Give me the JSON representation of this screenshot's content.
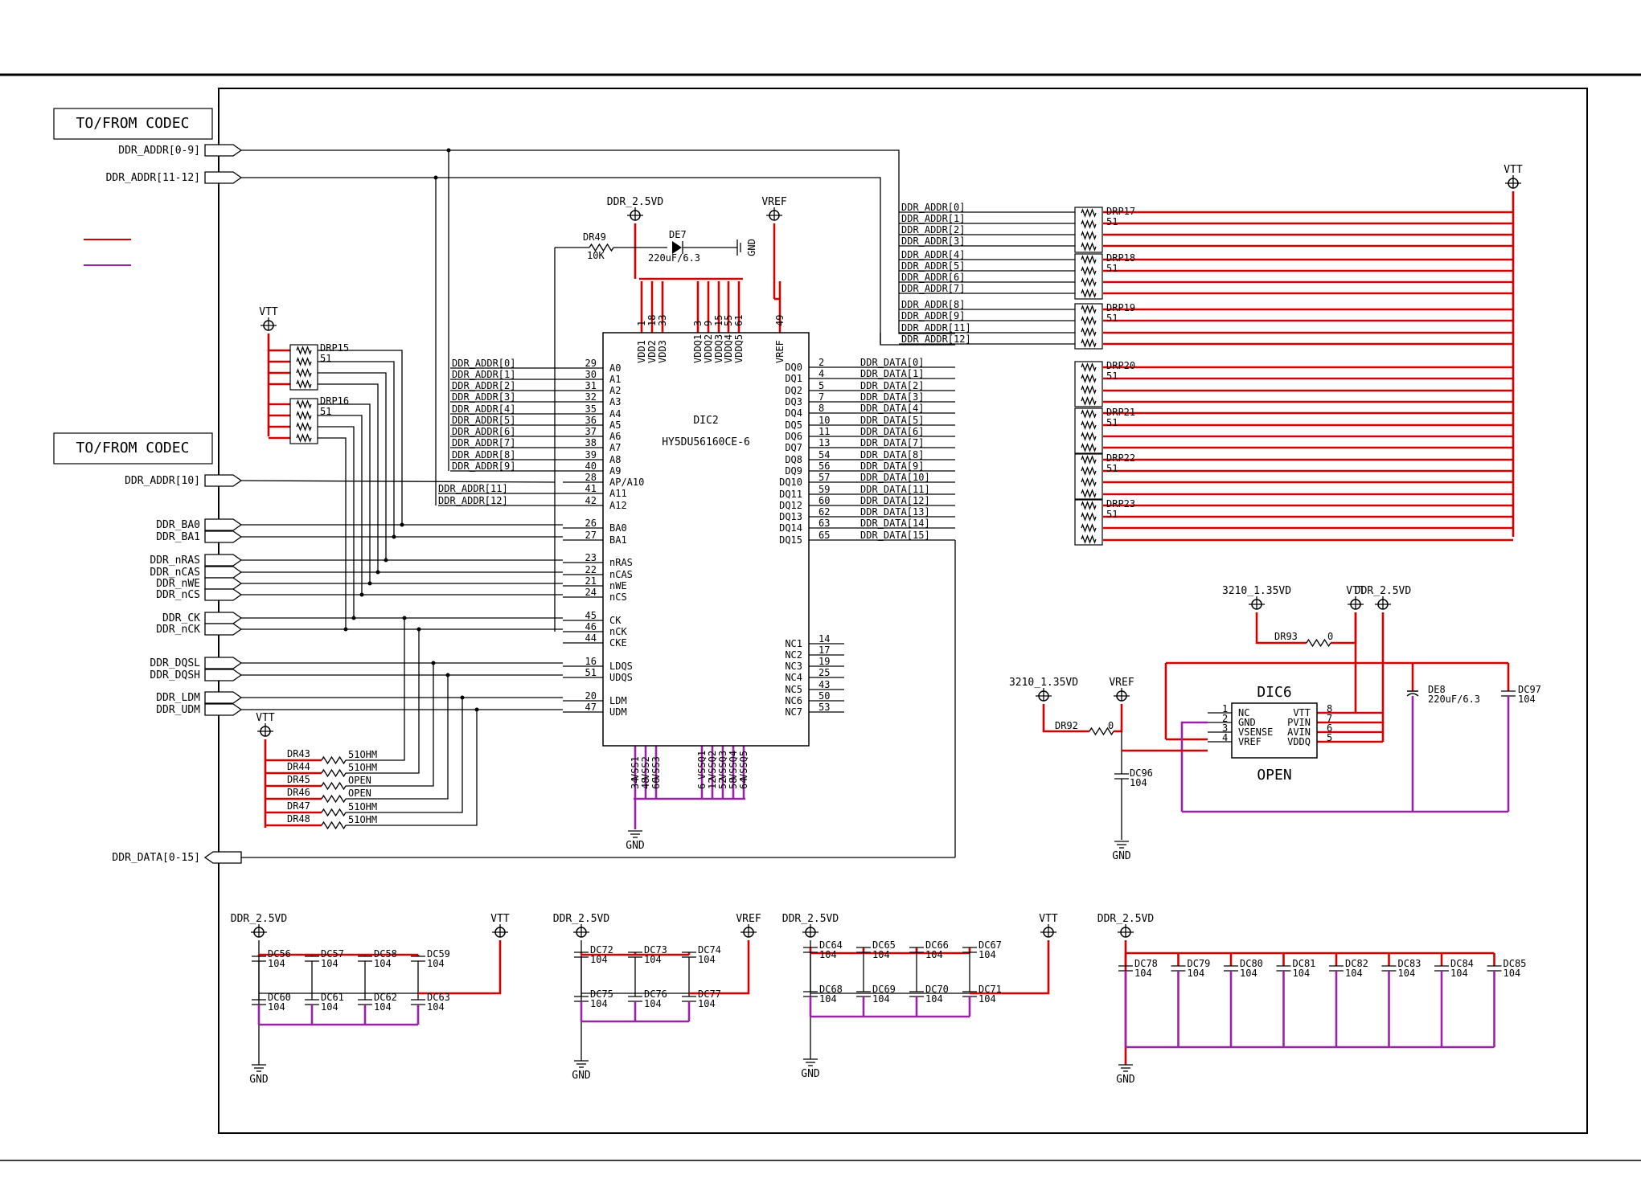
{
  "header": {
    "codec_labels": [
      "TO/FROM CODEC",
      "TO/FROM CODEC"
    ]
  },
  "ports": {
    "left": [
      "DDR_ADDR[0-9]",
      "DDR_ADDR[11-12]",
      "DDR_ADDR[10]",
      "DDR_BA0",
      "DDR_BA1",
      "DDR_nRAS",
      "DDR_nCAS",
      "DDR_nWE",
      "DDR_nCS",
      "DDR_CK",
      "DDR_nCK",
      "DDR_DQSL",
      "DDR_DQSH",
      "DDR_LDM",
      "DDR_UDM"
    ],
    "data_out": "DDR_DATA[0-15]"
  },
  "dic2": {
    "ref": "DIC2",
    "part": "HY5DU56160CE-6",
    "power_top": {
      "net_ddr": "DDR_2.5VD",
      "net_vref": "VREF",
      "dr49_ref": "DR49",
      "dr49_val": "10K",
      "de7_ref": "DE7",
      "de7_val": "220uF/6.3",
      "gnd": "GND"
    },
    "vdd_pins": [
      {
        "name": "VDD1",
        "num": "1"
      },
      {
        "name": "VDD2",
        "num": "18"
      },
      {
        "name": "VDD3",
        "num": "33"
      },
      {
        "name": "VDDQ1",
        "num": "3"
      },
      {
        "name": "VDDQ2",
        "num": "9"
      },
      {
        "name": "VDDQ3",
        "num": "15"
      },
      {
        "name": "VDDQ4",
        "num": "55"
      },
      {
        "name": "VDDQ5",
        "num": "61"
      },
      {
        "name": "VREF",
        "num": "49"
      }
    ],
    "vss_pins": [
      {
        "name": "VSS1",
        "num": "34"
      },
      {
        "name": "VSS2",
        "num": "48"
      },
      {
        "name": "VSS3",
        "num": "66"
      },
      {
        "name": "VSSQ1",
        "num": "6"
      },
      {
        "name": "VSSQ2",
        "num": "12"
      },
      {
        "name": "VSSQ3",
        "num": "52"
      },
      {
        "name": "VSSQ4",
        "num": "58"
      },
      {
        "name": "VSSQ5",
        "num": "64"
      }
    ],
    "vss_gnd": "GND",
    "left_pins": [
      {
        "name": "A0",
        "num": "29",
        "net": "DDR_ADDR[0]"
      },
      {
        "name": "A1",
        "num": "30",
        "net": "DDR_ADDR[1]"
      },
      {
        "name": "A2",
        "num": "31",
        "net": "DDR_ADDR[2]"
      },
      {
        "name": "A3",
        "num": "32",
        "net": "DDR_ADDR[3]"
      },
      {
        "name": "A4",
        "num": "35",
        "net": "DDR_ADDR[4]"
      },
      {
        "name": "A5",
        "num": "36",
        "net": "DDR_ADDR[5]"
      },
      {
        "name": "A6",
        "num": "37",
        "net": "DDR_ADDR[6]"
      },
      {
        "name": "A7",
        "num": "38",
        "net": "DDR_ADDR[7]"
      },
      {
        "name": "A8",
        "num": "39",
        "net": "DDR_ADDR[8]"
      },
      {
        "name": "A9",
        "num": "40",
        "net": "DDR_ADDR[9]"
      },
      {
        "name": "AP/A10",
        "num": "28",
        "net": ""
      },
      {
        "name": "A11",
        "num": "41",
        "net": "DDR_ADDR[11]"
      },
      {
        "name": "A12",
        "num": "42",
        "net": "DDR_ADDR[12]"
      },
      {
        "name": "BA0",
        "num": "26",
        "net": ""
      },
      {
        "name": "BA1",
        "num": "27",
        "net": ""
      },
      {
        "name": "nRAS",
        "num": "23",
        "net": ""
      },
      {
        "name": "nCAS",
        "num": "22",
        "net": ""
      },
      {
        "name": "nWE",
        "num": "21",
        "net": ""
      },
      {
        "name": "nCS",
        "num": "24",
        "net": ""
      },
      {
        "name": "CK",
        "num": "45",
        "net": ""
      },
      {
        "name": "nCK",
        "num": "46",
        "net": ""
      },
      {
        "name": "CKE",
        "num": "44",
        "net": ""
      },
      {
        "name": "LDQS",
        "num": "16",
        "net": ""
      },
      {
        "name": "UDQS",
        "num": "51",
        "net": ""
      },
      {
        "name": "LDM",
        "num": "20",
        "net": ""
      },
      {
        "name": "UDM",
        "num": "47",
        "net": ""
      }
    ],
    "right_pins": [
      {
        "name": "DQ0",
        "num": "2",
        "net": "DDR_DATA[0]"
      },
      {
        "name": "DQ1",
        "num": "4",
        "net": "DDR_DATA[1]"
      },
      {
        "name": "DQ2",
        "num": "5",
        "net": "DDR_DATA[2]"
      },
      {
        "name": "DQ3",
        "num": "7",
        "net": "DDR_DATA[3]"
      },
      {
        "name": "DQ4",
        "num": "8",
        "net": "DDR_DATA[4]"
      },
      {
        "name": "DQ5",
        "num": "10",
        "net": "DDR_DATA[5]"
      },
      {
        "name": "DQ6",
        "num": "11",
        "net": "DDR_DATA[6]"
      },
      {
        "name": "DQ7",
        "num": "13",
        "net": "DDR_DATA[7]"
      },
      {
        "name": "DQ8",
        "num": "54",
        "net": "DDR_DATA[8]"
      },
      {
        "name": "DQ9",
        "num": "56",
        "net": "DDR_DATA[9]"
      },
      {
        "name": "DQ10",
        "num": "57",
        "net": "DDR_DATA[10]"
      },
      {
        "name": "DQ11",
        "num": "59",
        "net": "DDR_DATA[11]"
      },
      {
        "name": "DQ12",
        "num": "60",
        "net": "DDR_DATA[12]"
      },
      {
        "name": "DQ13",
        "num": "62",
        "net": "DDR_DATA[13]"
      },
      {
        "name": "DQ14",
        "num": "63",
        "net": "DDR_DATA[14]"
      },
      {
        "name": "DQ15",
        "num": "65",
        "net": "DDR_DATA[15]"
      }
    ],
    "nc_pins": [
      {
        "name": "NC1",
        "num": "14"
      },
      {
        "name": "NC2",
        "num": "17"
      },
      {
        "name": "NC3",
        "num": "19"
      },
      {
        "name": "NC4",
        "num": "25"
      },
      {
        "name": "NC5",
        "num": "43"
      },
      {
        "name": "NC6",
        "num": "50"
      },
      {
        "name": "NC7",
        "num": "53"
      }
    ]
  },
  "right_nets": {
    "addr": [
      "DDR_ADDR[0]",
      "DDR_ADDR[1]",
      "DDR_ADDR[2]",
      "DDR_ADDR[3]",
      "DDR_ADDR[4]",
      "DDR_ADDR[5]",
      "DDR_ADDR[6]",
      "DDR_ADDR[7]",
      "DDR_ADDR[8]",
      "DDR_ADDR[9]",
      "DDR_ADDR[11]",
      "DDR_ADDR[12]"
    ],
    "data": [
      "DDR_DATA[0]",
      "DDR_DATA[1]",
      "DDR_DATA[2]",
      "DDR_DATA[3]",
      "DDR_DATA[4]",
      "DDR_DATA[5]",
      "DDR_DATA[6]",
      "DDR_DATA[7]",
      "DDR_DATA[8]",
      "DDR_DATA[9]",
      "DDR_DATA[10]",
      "DDR_DATA[11]",
      "DDR_DATA[12]",
      "DDR_DATA[13]",
      "DDR_DATA[14]",
      "DDR_DATA[15]"
    ],
    "vtt": "VTT"
  },
  "rpacks_right": [
    {
      "ref": "DRP17",
      "val": "51"
    },
    {
      "ref": "DRP18",
      "val": "51"
    },
    {
      "ref": "DRP19",
      "val": "51"
    },
    {
      "ref": "DRP20",
      "val": "51"
    },
    {
      "ref": "DRP21",
      "val": "51"
    },
    {
      "ref": "DRP22",
      "val": "51"
    },
    {
      "ref": "DRP23",
      "val": "51"
    }
  ],
  "rpacks_left": {
    "vtt": "VTT",
    "packs": [
      {
        "ref": "DRP15",
        "val": "51"
      },
      {
        "ref": "DRP16",
        "val": "51"
      }
    ]
  },
  "term_resistors": {
    "vtt": "VTT",
    "items": [
      {
        "ref": "DR43",
        "val": "51OHM"
      },
      {
        "ref": "DR44",
        "val": "51OHM"
      },
      {
        "ref": "DR45",
        "val": "OPEN"
      },
      {
        "ref": "DR46",
        "val": "OPEN"
      },
      {
        "ref": "DR47",
        "val": "51OHM"
      },
      {
        "ref": "DR48",
        "val": "51OHM"
      }
    ]
  },
  "dic6": {
    "ref": "DIC6",
    "value": "OPEN",
    "left_pins": [
      {
        "name": "NC",
        "num": "1"
      },
      {
        "name": "GND",
        "num": "2"
      },
      {
        "name": "VSENSE",
        "num": "3"
      },
      {
        "name": "VREF",
        "num": "4"
      }
    ],
    "right_pins": [
      {
        "name": "VTT",
        "num": "8"
      },
      {
        "name": "PVIN",
        "num": "7"
      },
      {
        "name": "AVIN",
        "num": "6"
      },
      {
        "name": "VDDQ",
        "num": "5"
      }
    ],
    "nets": {
      "n3210_a": "3210_1.35VD",
      "n3210_b": "3210_1.35VD",
      "vtt": "VTT",
      "ddr": "DDR_2.5VD",
      "vref": "VREF",
      "gnd": "GND"
    },
    "dr93": {
      "ref": "DR93",
      "val": "0"
    },
    "dr92": {
      "ref": "DR92",
      "val": "0"
    },
    "dc96": {
      "ref": "DC96",
      "val": "104"
    },
    "de8": {
      "ref": "DE8",
      "val": "220uF/6.3"
    },
    "dc97": {
      "ref": "DC97",
      "val": "104"
    }
  },
  "decoupling": [
    {
      "net_left": "DDR_2.5VD",
      "net_right": "VTT",
      "gnd": "GND",
      "top": [
        {
          "ref": "DC56",
          "val": "104"
        },
        {
          "ref": "DC57",
          "val": "104"
        },
        {
          "ref": "DC58",
          "val": "104"
        },
        {
          "ref": "DC59",
          "val": "104"
        }
      ],
      "bottom": [
        {
          "ref": "DC60",
          "val": "104"
        },
        {
          "ref": "DC61",
          "val": "104"
        },
        {
          "ref": "DC62",
          "val": "104"
        },
        {
          "ref": "DC63",
          "val": "104"
        }
      ]
    },
    {
      "net_left": "DDR_2.5VD",
      "net_right": "VREF",
      "gnd": "GND",
      "top": [
        {
          "ref": "DC72",
          "val": "104"
        },
        {
          "ref": "DC73",
          "val": "104"
        },
        {
          "ref": "DC74",
          "val": "104"
        }
      ],
      "bottom": [
        {
          "ref": "DC75",
          "val": "104"
        },
        {
          "ref": "DC76",
          "val": "104"
        },
        {
          "ref": "DC77",
          "val": "104"
        }
      ]
    },
    {
      "net_left": "DDR_2.5VD",
      "net_right": "VTT",
      "gnd": "GND",
      "top": [
        {
          "ref": "DC64",
          "val": "104"
        },
        {
          "ref": "DC65",
          "val": "104"
        },
        {
          "ref": "DC66",
          "val": "104"
        },
        {
          "ref": "DC67",
          "val": "104"
        }
      ],
      "bottom": [
        {
          "ref": "DC68",
          "val": "104"
        },
        {
          "ref": "DC69",
          "val": "104"
        },
        {
          "ref": "DC70",
          "val": "104"
        },
        {
          "ref": "DC71",
          "val": "104"
        }
      ]
    },
    {
      "net_left": "DDR_2.5VD",
      "net_right": "",
      "gnd": "GND",
      "top": [
        {
          "ref": "DC78",
          "val": "104"
        },
        {
          "ref": "DC79",
          "val": "104"
        },
        {
          "ref": "DC80",
          "val": "104"
        },
        {
          "ref": "DC81",
          "val": "104"
        },
        {
          "ref": "DC82",
          "val": "104"
        },
        {
          "ref": "DC83",
          "val": "104"
        },
        {
          "ref": "DC84",
          "val": "104"
        },
        {
          "ref": "DC85",
          "val": "104"
        }
      ],
      "bottom": []
    }
  ],
  "colors": {
    "wire": "#000000",
    "power": "#d40000",
    "ground": "#9b22a8",
    "background": "#ffffff"
  }
}
